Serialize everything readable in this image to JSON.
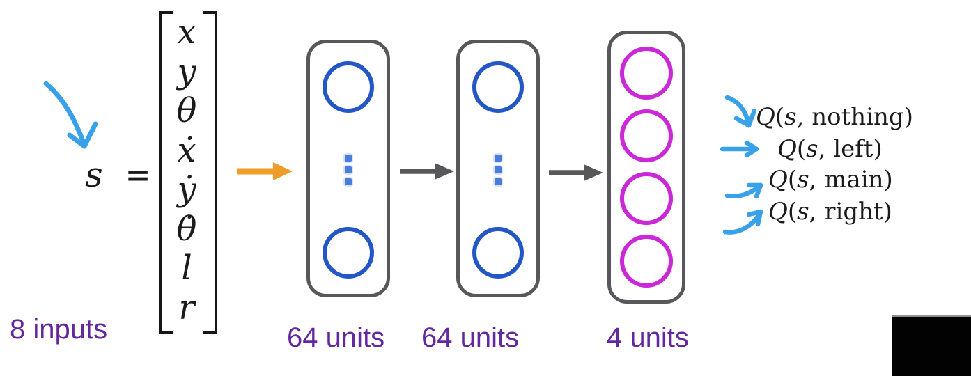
{
  "input": {
    "state_symbol": "s",
    "equals_sign": "=",
    "vector_entries": [
      "x",
      "y",
      "θ",
      "ẋ",
      "ẏ",
      "θ̇",
      "l",
      "r"
    ],
    "label": "8 inputs"
  },
  "layers": [
    {
      "label": "64 units",
      "visible_nodes": 2,
      "ellipsis": true,
      "node_color": "#2257c5"
    },
    {
      "label": "64 units",
      "visible_nodes": 2,
      "ellipsis": true,
      "node_color": "#2257c5"
    },
    {
      "label": "4 units",
      "visible_nodes": 4,
      "ellipsis": false,
      "node_color": "#cb28d8"
    }
  ],
  "outputs": {
    "format": {
      "function_symbol": "Q",
      "open_paren": "(",
      "state_arg": "s",
      "separator": ", ",
      "close_paren": ")"
    },
    "rows": [
      {
        "action": "nothing",
        "arrow": "curve-down-right"
      },
      {
        "action": "left",
        "arrow": "straight-right"
      },
      {
        "action": "main",
        "arrow": "curve-up-right"
      },
      {
        "action": "right",
        "arrow": "curve-up-right-strong"
      }
    ]
  },
  "icons": {
    "input_pointer": "curved-arrow-down-right",
    "input_flow_arrow": "arrow-right",
    "hidden_flow_arrow": "arrow-right",
    "hidden_layer_ellipsis": "vertical-dots"
  },
  "colors": {
    "node_blue": "#2257c5",
    "node_magenta": "#cb28d8",
    "ellipsis_blue": "#4a7cd9",
    "box_border": "#58585a",
    "flow_arrow_gray": "#58585a",
    "input_arrow_orange": "#ef9d28",
    "annotation_blue": "#38a1e8",
    "label_purple": "#64289e",
    "math_black": "#1b1b1b"
  }
}
